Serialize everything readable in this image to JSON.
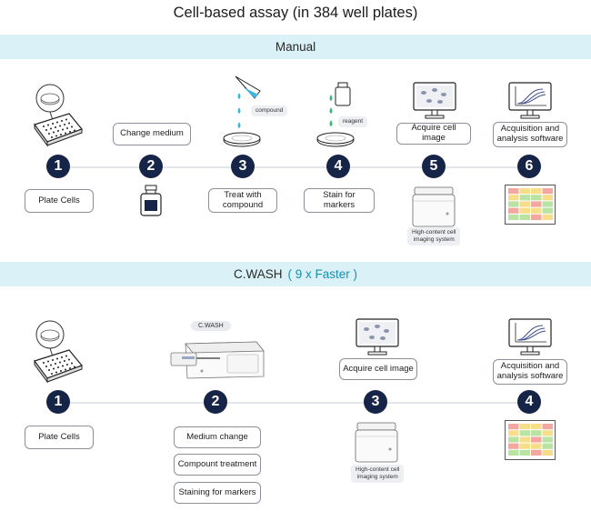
{
  "title": "Cell-based assay (in 384 well plates)",
  "manual": {
    "label": "Manual",
    "steps": [
      {
        "number": "1",
        "label": "Plate Cells"
      },
      {
        "number": "2",
        "label": "Change medium"
      },
      {
        "number": "3",
        "label": "Treat with\ncompound"
      },
      {
        "number": "4",
        "label": "Stain for markers"
      },
      {
        "number": "5",
        "label": "Acquire cell image"
      },
      {
        "number": "6",
        "label": "Acquisition and\nanalysis software"
      }
    ],
    "compound_tag": "compound",
    "reagent_tag": "reagent",
    "imaging_system": "High-content cell\nimaging system"
  },
  "cwash": {
    "label": "C.WASH",
    "label_accent": "( 9 x Faster )",
    "device_label": "C.WASH",
    "steps": [
      {
        "number": "1",
        "label": "Plate Cells"
      },
      {
        "number": "2",
        "labels": [
          "Medium change",
          "Compount treatment",
          "Staining for markers"
        ]
      },
      {
        "number": "3",
        "label": "Acquire cell image"
      },
      {
        "number": "4",
        "label": "Acquisition and\nanalysis software"
      }
    ],
    "imaging_system": "High-content cell\nimaging system"
  },
  "colors": {
    "band": "#d9f1f7",
    "accent": "#1a8fb0",
    "step_circle": "#162447",
    "liquid": "#3fb6e0",
    "heatmap_red": "#f4a7a0",
    "heatmap_yellow": "#f7dd8a",
    "heatmap_green": "#b9e3a3"
  }
}
